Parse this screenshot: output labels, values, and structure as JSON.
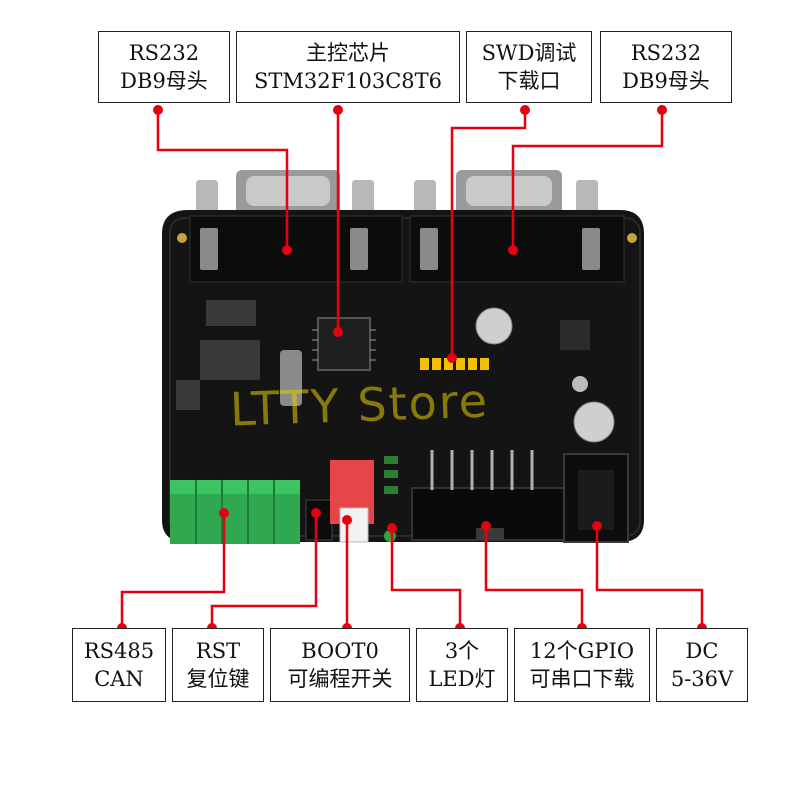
{
  "labels": {
    "rs232_left": {
      "line1": "RS232",
      "line2": "DB9母头"
    },
    "mcu": {
      "line1": "主控芯片",
      "line2": "STM32F103C8T6"
    },
    "swd": {
      "line1": "SWD调试",
      "line2": "下载口"
    },
    "rs232_right": {
      "line1": "RS232",
      "line2": "DB9母头"
    },
    "rs485": {
      "line1": "RS485",
      "line2": "CAN"
    },
    "rst": {
      "line1": "RST",
      "line2": "复位键"
    },
    "boot0": {
      "line1": "BOOT0",
      "line2": "可编程开关"
    },
    "led": {
      "line1": "3个",
      "line2": "LED灯"
    },
    "gpio": {
      "line1": "12个GPIO",
      "line2": "可串口下载"
    },
    "dc": {
      "line1": "DC",
      "line2": "5-36V"
    }
  },
  "watermark": "LTTY Store",
  "colors": {
    "pointer": "#e60012",
    "pcb": "#111111",
    "terminal": "#2fa84f",
    "switch": "#e8454a",
    "pins": "#f2c200"
  }
}
